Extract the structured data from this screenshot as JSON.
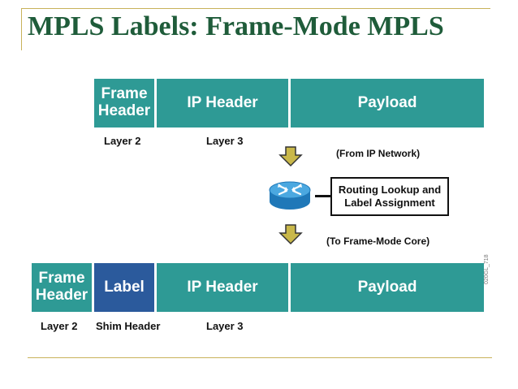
{
  "title": "MPLS Labels: Frame-Mode MPLS",
  "top_row": {
    "frame_header": "Frame Header",
    "ip_header": "IP Header",
    "payload": "Payload",
    "layer2": "Layer 2",
    "layer3": "Layer 3"
  },
  "flow": {
    "from_ip": "(From IP Network)",
    "routing_box": "Routing Lookup and Label Assignment",
    "to_core": "(To Frame-Mode Core)"
  },
  "bottom_row": {
    "frame_header": "Frame Header",
    "label": "Label",
    "ip_header": "IP Header",
    "payload": "Payload",
    "layer2": "Layer 2",
    "shim": "Shim Header",
    "layer3": "Layer 3"
  },
  "figure_code": "020GL_718",
  "colors": {
    "title": "#1f5c3a",
    "teal": "#2e9a95",
    "label_blue": "#2b5a9c",
    "arrow": "#c9b84a",
    "accent_line": "#c8b25a"
  },
  "icons": {
    "router": "router-icon",
    "arrow": "down-arrow-icon"
  }
}
